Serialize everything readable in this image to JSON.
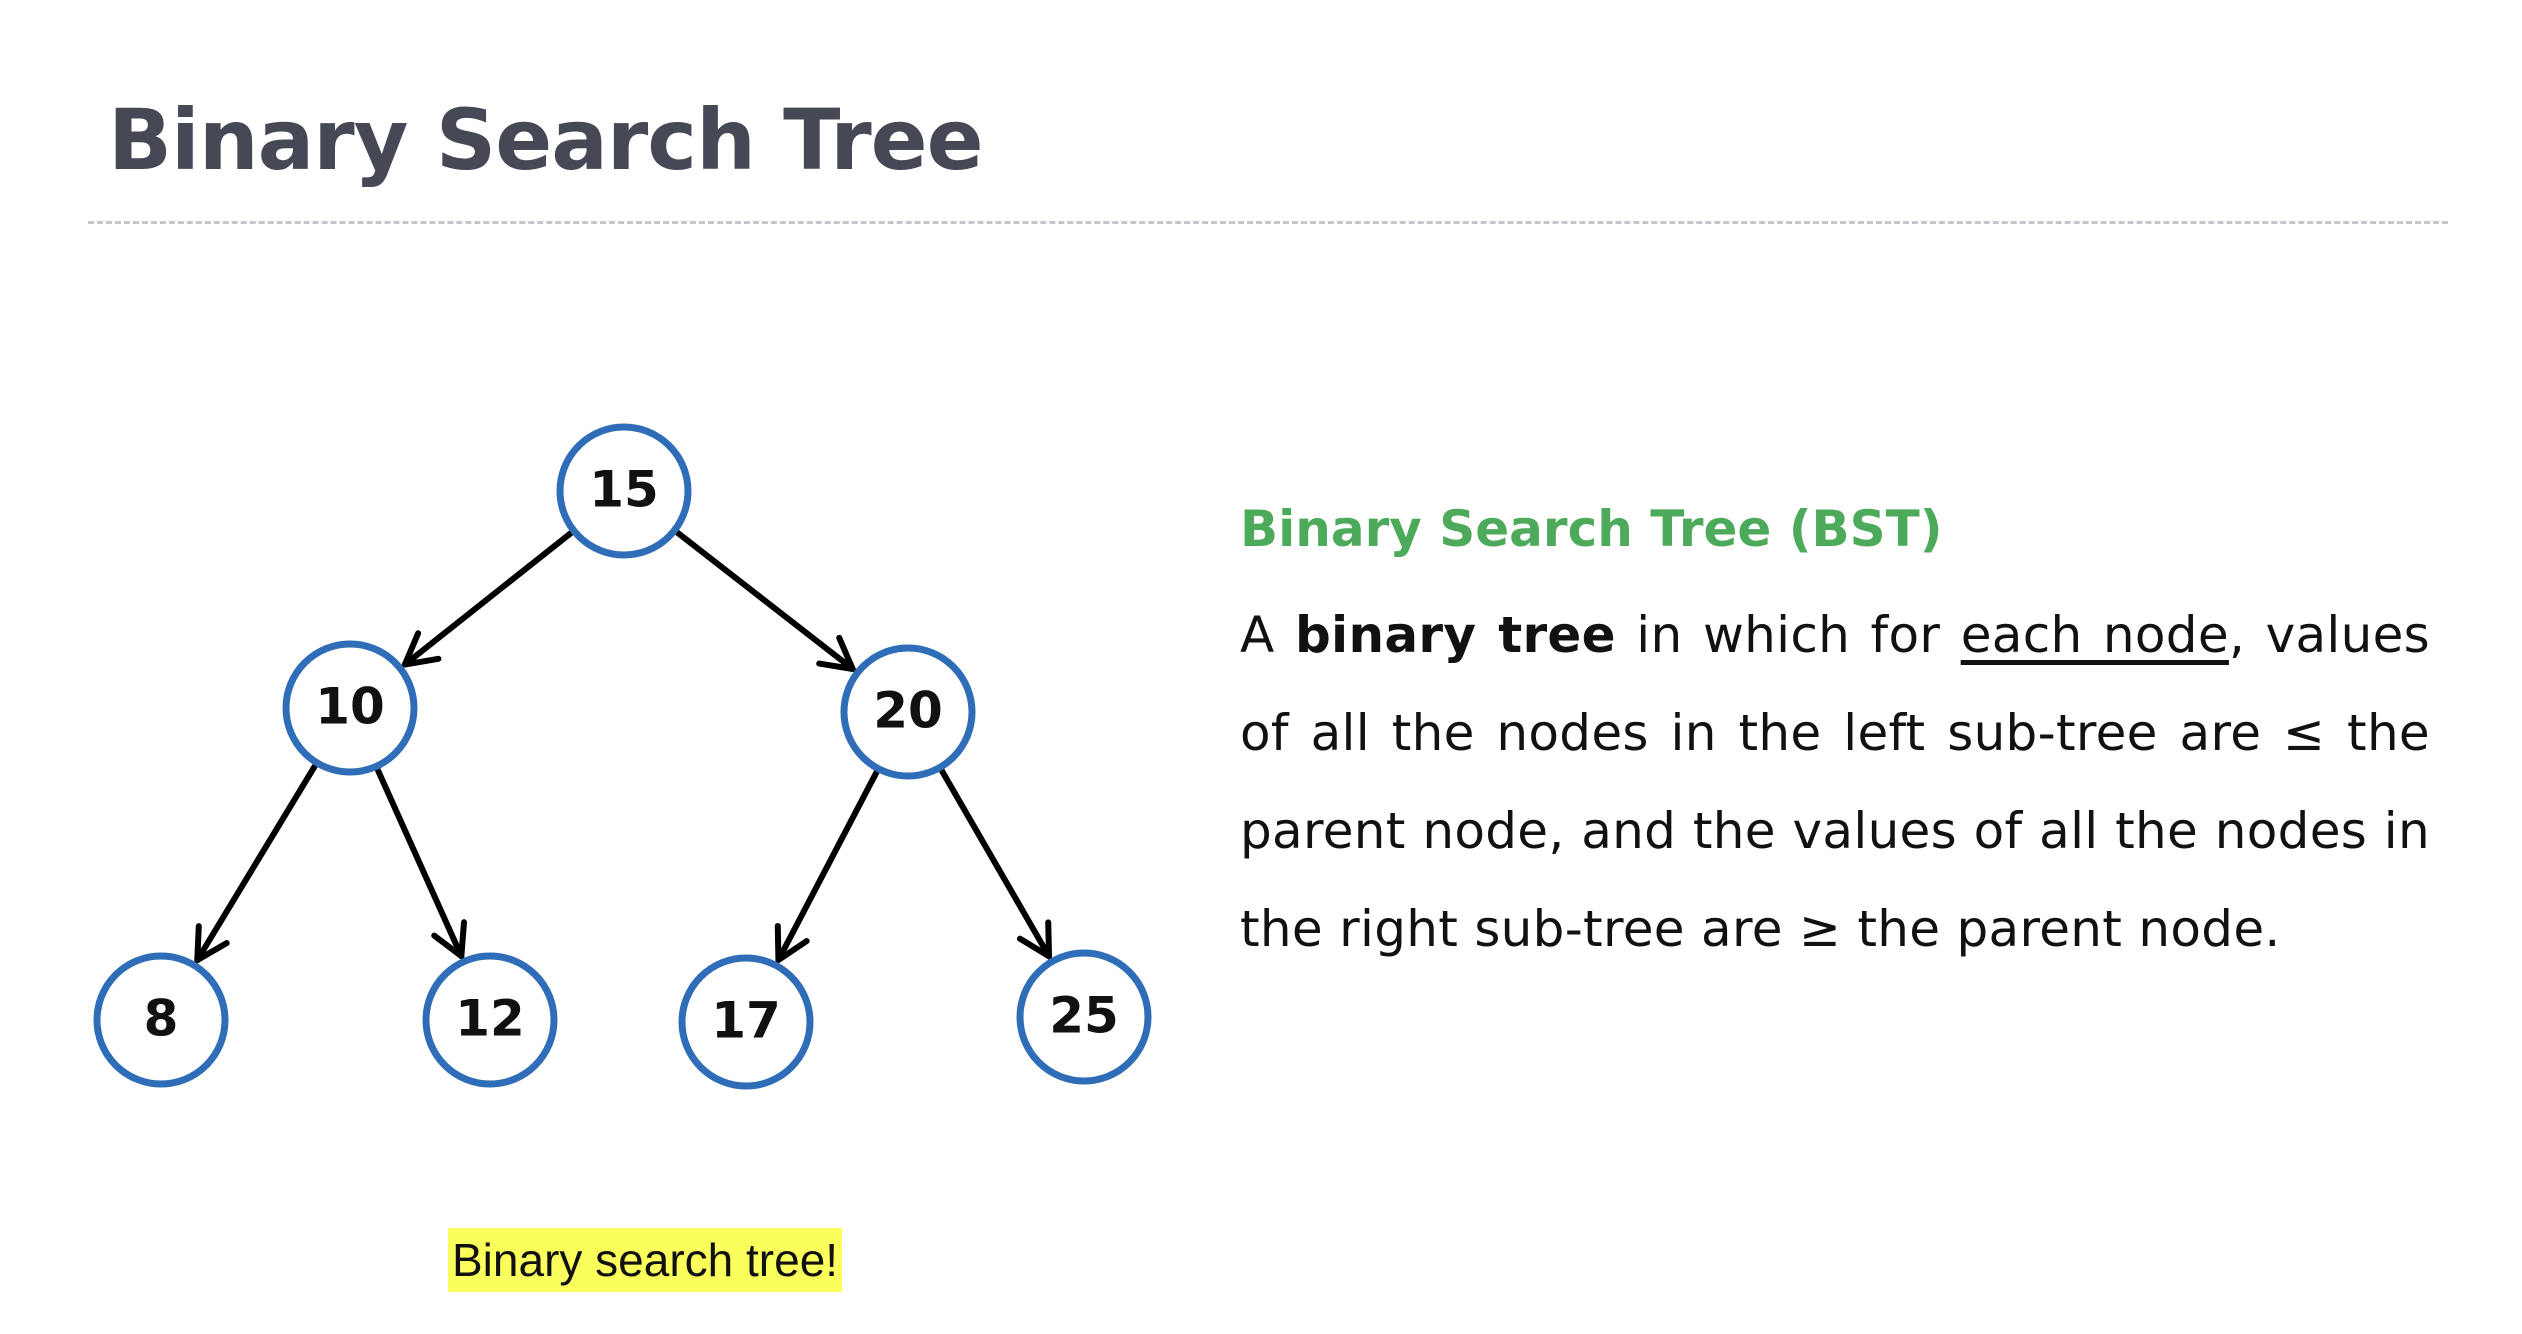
{
  "title": "Binary Search Tree",
  "colors": {
    "title": "#474856",
    "heading": "#4daa5a",
    "node_border": "#2f6db8",
    "edge": "#000000",
    "highlight": "#fbff5b",
    "divider": "#c4c6cc"
  },
  "tree": {
    "nodes": [
      "15",
      "10",
      "20",
      "8",
      "12",
      "17",
      "25"
    ],
    "edges": [
      [
        "15",
        "10"
      ],
      [
        "15",
        "20"
      ],
      [
        "10",
        "8"
      ],
      [
        "10",
        "12"
      ],
      [
        "20",
        "17"
      ],
      [
        "20",
        "25"
      ]
    ],
    "caption": "Binary search tree!"
  },
  "description": {
    "heading": "Binary Search Tree (BST)",
    "body": {
      "lead": "A ",
      "bold": "binary tree",
      "mid": " in which for ",
      "underlined": "each node",
      "rest": ", values of all the nodes in the left sub-tree are ≤ the parent node, and the values of all the nodes in the right sub-tree are ≥ the parent node."
    }
  }
}
